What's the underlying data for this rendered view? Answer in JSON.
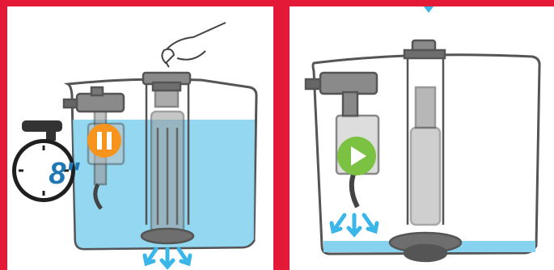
{
  "steps": [
    {
      "id": "left",
      "state": "pause",
      "icon": "pause-icon",
      "timer_text": "8\"",
      "water_level": "full",
      "drain": "open"
    },
    {
      "id": "right",
      "state": "play",
      "icon": "play-icon",
      "water_level": "empty",
      "refill": "flowing"
    }
  ],
  "colors": {
    "frame_red": "#e31937",
    "water": "#87d3ef",
    "pause_orange": "#f7941d",
    "play_green": "#7cc242",
    "timer_blue": "#1f78b4",
    "flow_arrows": "#3ab7e8",
    "outline": "#555555"
  }
}
